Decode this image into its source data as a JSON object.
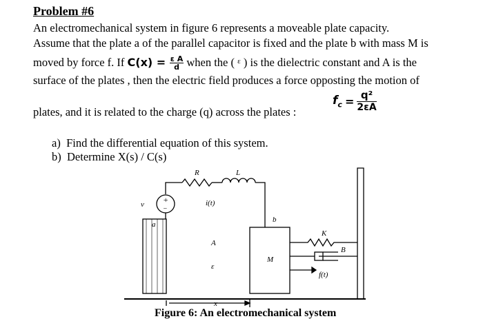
{
  "problem": {
    "title": "Problem #6",
    "line1": "An electromechanical system in figure 6 represents a moveable plate capacity.",
    "line2": "Assume that the plate a of the parallel capacitor is fixed and the plate b with mass M is",
    "line3_a": "moved by force f. If ",
    "line3_cx": "C(x) = ",
    "cx_num": "ε A",
    "cx_den": "d",
    "line3_b": " when the ( ",
    "line3_eps": "ε",
    "line3_c": " ) is the dielectric constant and A is the",
    "line4": "surface of the plates , then the electric field produces a force opposting the motion of",
    "line5": "plates, and it is related to the charge (q) across the plates :",
    "fc_lhs": "f",
    "fc_sub": "c",
    "fc_eq": "=",
    "fc_num": "q²",
    "fc_den": "2εA"
  },
  "questions": [
    {
      "marker": "a)",
      "text": "Find the differential equation of this system."
    },
    {
      "marker": "b)",
      "text": "Determine X(s) / C(s)"
    }
  ],
  "figure": {
    "labels": {
      "R": "R",
      "L": "L",
      "v": "v",
      "i": "i(t)",
      "a": "a",
      "b": "b",
      "A": "A",
      "eps": "ε",
      "M": "M",
      "K": "K",
      "B": "B",
      "f": "f(t)",
      "x": "x",
      "plus": "+",
      "minus": "−"
    },
    "caption": "Figure 6: An electromechanical system"
  }
}
